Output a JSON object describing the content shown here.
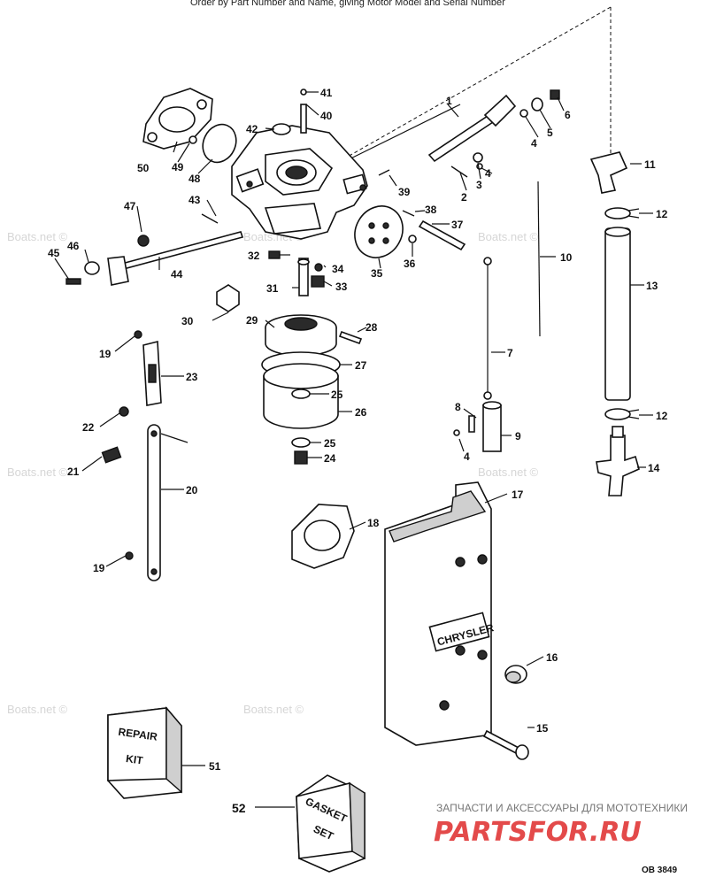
{
  "header": {
    "text": "Order by Part Number and Name, giving Motor Model and Serial Number"
  },
  "watermark": "Boats.net ©",
  "parts": [
    "1",
    "2",
    "3",
    "4",
    "5",
    "6",
    "7",
    "8",
    "9",
    "10",
    "11",
    "12",
    "13",
    "14",
    "15",
    "16",
    "17",
    "18",
    "19",
    "20",
    "21",
    "22",
    "23",
    "24",
    "25",
    "26",
    "27",
    "28",
    "29",
    "30",
    "31",
    "32",
    "33",
    "34",
    "35",
    "36",
    "37",
    "38",
    "39",
    "40",
    "41",
    "42",
    "43",
    "44",
    "45",
    "46",
    "47",
    "48",
    "49",
    "50",
    "51",
    "52"
  ],
  "decal": "CHRYSLER",
  "repair_kit": {
    "line1": "REPAIR",
    "line2": "KIT"
  },
  "gasket_set": {
    "line1": "GASKET",
    "line2": "SET"
  },
  "brand": {
    "tagline": "ЗАПЧАСТИ И АКСЕССУАРЫ ДЛЯ МОТОТЕХНИКИ",
    "logo": "PARTSFOR.RU",
    "accent": "#e34a4a"
  },
  "diagram_code": "OB 3849"
}
